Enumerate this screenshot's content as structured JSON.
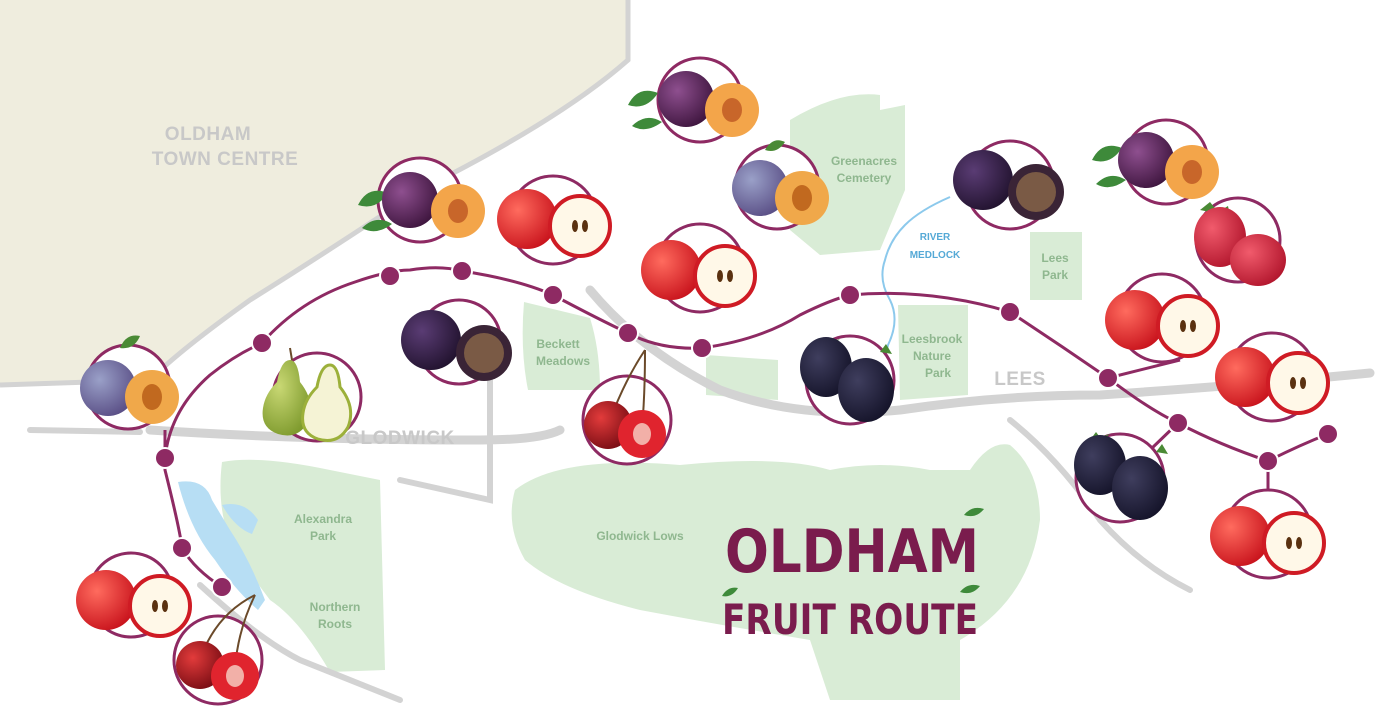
{
  "map": {
    "town_labels": {
      "town_centre_line1": "OLDHAM",
      "town_centre_line2": "TOWN CENTRE",
      "glodwick": "GLODWICK",
      "lees": "LEES"
    },
    "park_labels": {
      "alexandra_1": "Alexandra",
      "alexandra_2": "Park",
      "northern_1": "Northern",
      "northern_2": "Roots",
      "beckett_1": "Beckett",
      "beckett_2": "Meadows",
      "glodwick_lows": "Glodwick Lows",
      "greenacres_1": "Greenacres",
      "greenacres_2": "Cemetery",
      "leesbrook_1": "Leesbrook",
      "leesbrook_2": "Nature",
      "leesbrook_3": "Park",
      "lees_park_1": "Lees",
      "lees_park_2": "Park"
    },
    "river_labels": {
      "line1": "RIVER",
      "line2": "MEDLOCK"
    },
    "title": {
      "line1": "OLDHAM",
      "line2": "FRUIT ROUTE"
    },
    "colors": {
      "route": "#8e2a63",
      "node": "#8e2a63",
      "park_green": "#d9ecd6",
      "town_centre": "#efedde",
      "road": "#d3d3d3",
      "water": "#b7def4",
      "title": "#7a1c4d"
    },
    "fruit_stops": [
      "plum",
      "apple",
      "cherry",
      "pear",
      "plum",
      "apple",
      "damson",
      "cherry",
      "apple",
      "plum",
      "plum",
      "blackberry",
      "damson",
      "plum",
      "raspberry",
      "apple",
      "apple",
      "blackberry",
      "apple"
    ]
  }
}
